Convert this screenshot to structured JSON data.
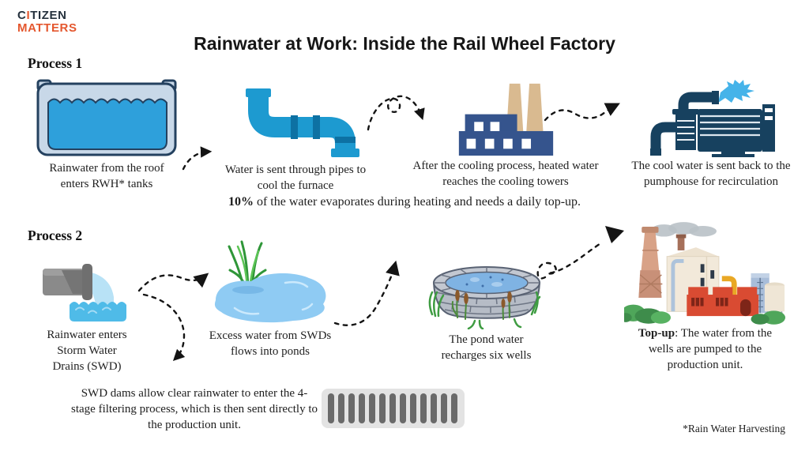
{
  "logo": {
    "word1_pre": "C",
    "word1_i": "I",
    "word1_post": "TIZEN",
    "word2": "MATTERS"
  },
  "title": "Rainwater at Work: Inside the Rail Wheel Factory",
  "footnote": "*Rain Water Harvesting",
  "process1": {
    "label": "Process 1",
    "steps": [
      {
        "icon": "rwh-tank-icon",
        "caption": "Rainwater from the roof enters RWH* tanks"
      },
      {
        "icon": "pipe-icon",
        "caption": "Water is sent through pipes to cool the furnace"
      },
      {
        "icon": "cooling-towers-factory-icon",
        "caption": "After the cooling process, heated water reaches the cooling towers"
      },
      {
        "icon": "pump-icon",
        "caption": "The cool water is sent back to the pumphouse for recirculation"
      }
    ],
    "note_bold": "10%",
    "note_rest": " of the water evaporates during heating and needs a daily top-up."
  },
  "process2": {
    "label": "Process 2",
    "steps": [
      {
        "icon": "storm-water-drain-icon",
        "caption": "Rainwater enters Storm Water Drains (SWD)"
      },
      {
        "icon": "pond-icon",
        "caption": "Excess water from SWDs flows into ponds"
      },
      {
        "icon": "well-icon",
        "caption": "The pond water recharges six wells"
      },
      {
        "icon": "production-unit-factory-icon",
        "caption_bold": "Top-up",
        "caption_rest": ": The water from the wells are pumped to the production unit."
      }
    ],
    "swd_note": "SWD dams allow clear rainwater to enter the 4-stage filtering process, which is then sent directly to the production unit."
  },
  "colors": {
    "accent_orange": "#E4572E",
    "logo_navy": "#26323E",
    "water_blue": "#2EA0DB",
    "pipe_blue": "#1D9AD0",
    "factory_blue": "#35548D",
    "chimney_tan": "#D9BA90",
    "pump_navy": "#17415F",
    "pond_blue": "#8FCBF3",
    "stone_grey": "#B6BCC6",
    "brick_red": "#D94B32"
  }
}
